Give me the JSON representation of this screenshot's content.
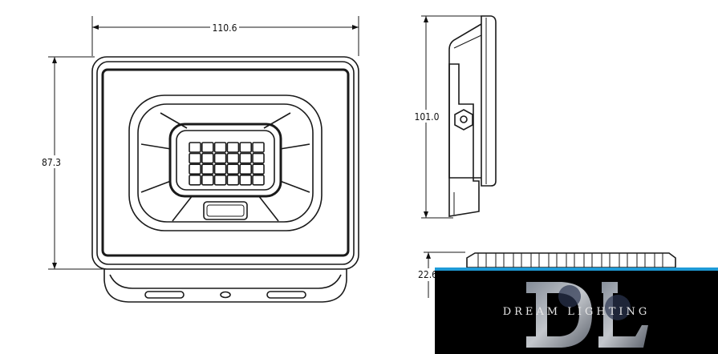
{
  "dimensions": {
    "width": "110.6",
    "height": "87.3",
    "side_height": "101.0",
    "depth": "22.6"
  },
  "logo": {
    "text": "DREAM LIGHTING",
    "monogram": "DL",
    "colors": {
      "background": "#000000",
      "accent": "#1e9ad6",
      "text": "#e8e8e8"
    }
  }
}
